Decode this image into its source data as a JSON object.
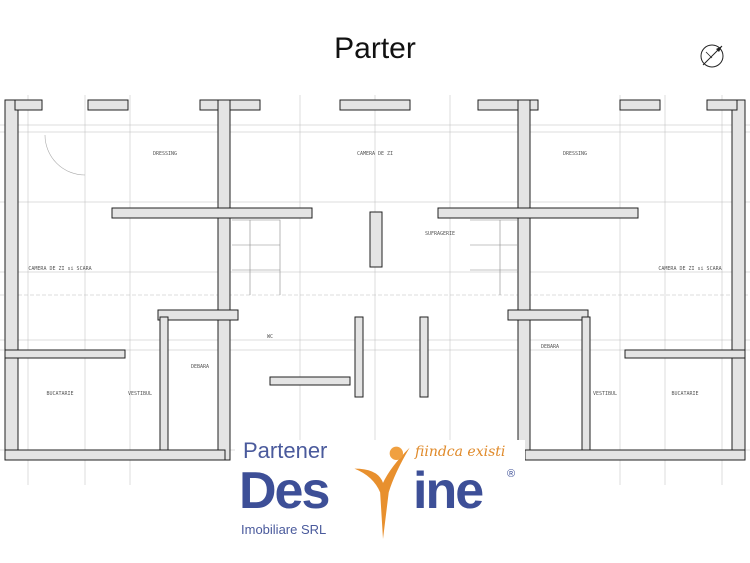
{
  "title": "Parter",
  "icons": {
    "compass": "north-arrow-icon"
  },
  "rooms": {
    "dressing_left": "DRESSING",
    "living_center": "CAMERA DE ZI",
    "dressing_right": "DRESSING",
    "stair_room_left": "CAMERA DE ZI si SCARA",
    "stair_room_right": "CAMERA DE ZI si SCARA",
    "dining": "SUFRAGERIE",
    "kitchen_left": "BUCATARIE",
    "kitchen_right": "BUCATARIE",
    "hall_left": "VESTIBUL",
    "hall_right": "VESTIBUL",
    "storage_left": "DEBARA",
    "storage_right": "DEBARA",
    "wc": "WC"
  },
  "logo": {
    "top": "Partener",
    "brand_left": "Des",
    "brand_right": "ine",
    "slogan": "fiindca existi",
    "registered": "®",
    "subtitle": "Imobiliare SRL",
    "colors": {
      "blue": "#3d4f97",
      "orange": "#e8902e"
    }
  }
}
